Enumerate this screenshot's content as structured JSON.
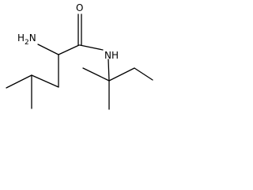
{
  "molecule": {
    "atom_labels": {
      "amine": "H2N",
      "amine_main": "H",
      "amine_sub": "2",
      "amine_tail": "N",
      "carbonyl_oxygen": "O",
      "amide_nitrogen": "NH"
    },
    "colors": {
      "bond": "#000000",
      "label": "#000000",
      "background": "#ffffff"
    }
  }
}
